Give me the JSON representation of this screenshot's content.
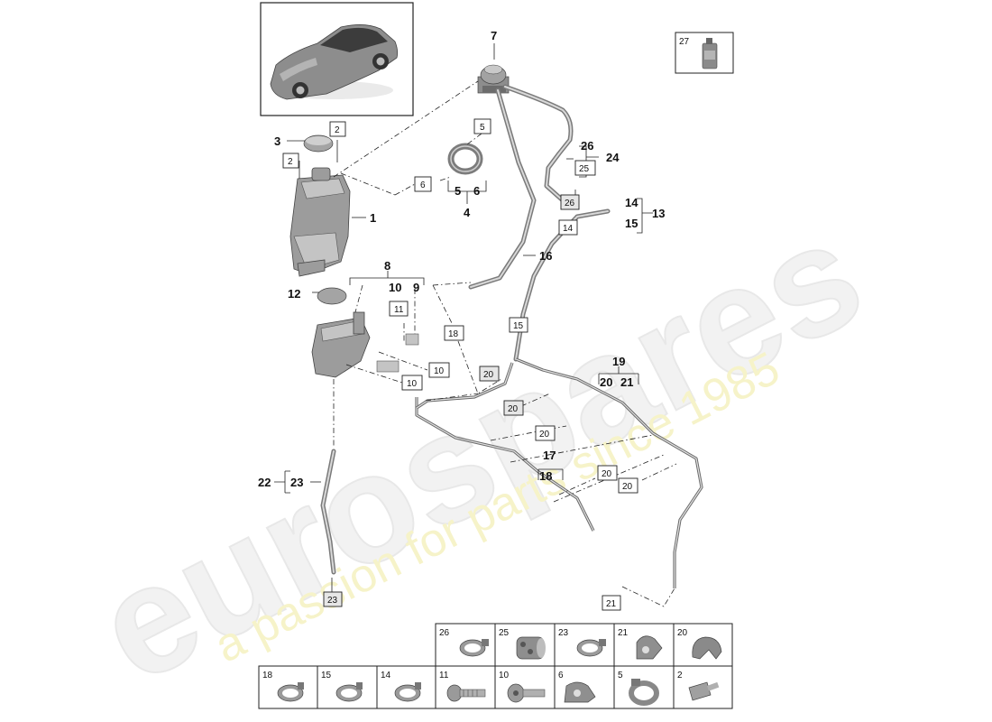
{
  "watermark": {
    "brand": "eurospares",
    "tagline": "a passion for parts since 1985"
  },
  "part_numbers": {
    "p1": "1",
    "p3": "3",
    "p4": "4",
    "p5": "5",
    "p6": "6",
    "p7": "7",
    "p8": "8",
    "p9": "9",
    "p10": "10",
    "p12": "12",
    "p13": "13",
    "p14": "14",
    "p15": "15",
    "p16": "16",
    "p17": "17",
    "p18": "18",
    "p19": "19",
    "p20": "20",
    "p21": "21",
    "p22": "22",
    "p23": "23",
    "p24": "24",
    "p26": "26"
  },
  "callout_boxes": {
    "b2a": "2",
    "b2b": "2",
    "b5": "5",
    "b6": "6",
    "b25": "25",
    "b26": "26",
    "b14": "14",
    "b11": "11",
    "b10a": "10",
    "b10b": "10",
    "b18": "18",
    "b15": "15",
    "b20a": "20",
    "b20b": "20",
    "b20c": "20",
    "b20d": "20",
    "b20e": "20",
    "b23": "23",
    "b21": "21",
    "b27": "27"
  },
  "parts_grid": {
    "top_row": [
      "26",
      "25",
      "23",
      "21",
      "20"
    ],
    "bottom_row": [
      "18",
      "15",
      "14",
      "11",
      "10",
      "6",
      "5",
      "2"
    ]
  },
  "icons": {
    "car": "sports-sedan-thumbnail",
    "bottle": "fluid-bottle-icon",
    "tank": "coolant-expansion-tank",
    "pump": "electric-pump"
  }
}
